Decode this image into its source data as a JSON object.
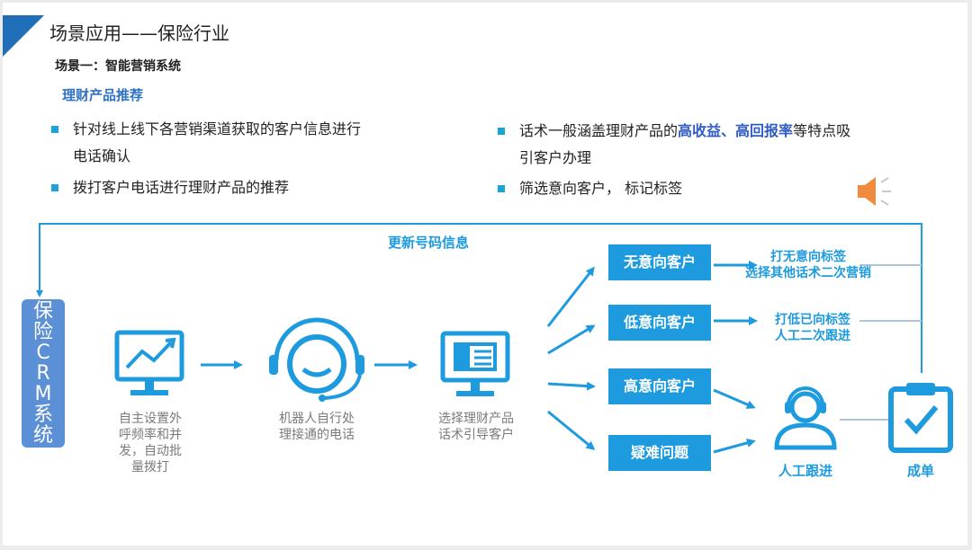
{
  "title": "场景应用——保险行业",
  "scene": "场景一：智能营销系统",
  "subtitle": "理财产品推荐",
  "bullets_left": [
    {
      "line1": "针对线上线下各营销渠道获取的客户信息进行",
      "line2": "电话确认"
    },
    {
      "line1": "拨打客户电话进行理财产品的推荐"
    }
  ],
  "bullets_right": [
    {
      "pre": "话术一般涵盖理财产品的",
      "hl1": "高收益",
      "sep": "、",
      "hl2": "高回报率",
      "post": "等特点吸",
      "line2": "引客户办理"
    },
    {
      "line1": "筛选意向客户， 标记标签"
    }
  ],
  "crm_label": [
    "保",
    "险",
    "C",
    "R",
    "M",
    "系",
    "统"
  ],
  "update_label": "更新号码信息",
  "steps": [
    {
      "icon": "monitor-chart-icon",
      "lines": [
        "自主设置外",
        "呼频率和并",
        "发，自动批",
        "量拨打"
      ]
    },
    {
      "icon": "robot-headset-icon",
      "lines": [
        "机器人自行处",
        "理接通的电话"
      ]
    },
    {
      "icon": "script-screen-icon",
      "lines": [
        "选择理财产品",
        "话术引导客户"
      ]
    }
  ],
  "categories": [
    "无意向客户",
    "低意向客户",
    "高意向客户",
    "疑难问题"
  ],
  "actions": [
    {
      "line1": "打无意向标签",
      "line2": "选择其他话术二次营销"
    },
    {
      "line1": "打低已向标签",
      "line2": "人工二次跟进"
    }
  ],
  "agent_label": "人工跟进",
  "deal_label": "成单",
  "colors": {
    "accent": "#1e9bdf",
    "corner": "#1f6fb8",
    "crm": "#5b8fd6",
    "highlight": "#2f5cc4",
    "speaker": "#f08a3c"
  }
}
